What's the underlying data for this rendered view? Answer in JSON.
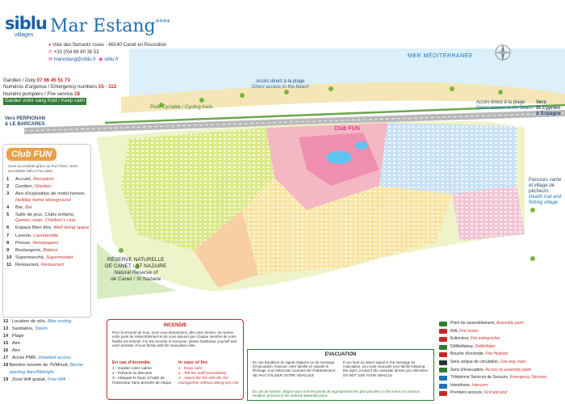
{
  "header": {
    "logo": "siblu",
    "logo_sub": "villages",
    "title": "Mar Estang",
    "stars": "****",
    "address": "Voie des flamants roses - 66140 Canet en Roussillon",
    "phone": "+33 (0)4 68 80 35 53",
    "email": "marestang@siblu.fr",
    "web": "siblu.fr"
  },
  "numbers": {
    "guardian": "Gardien / Duty",
    "guardian_phone": "07 66 45 51 73",
    "emergency_label": "Numéros d'urgence / Emergency numbers",
    "emergency_value": "15 - 112",
    "fire_label": "Numéro pompiers / Fire service",
    "fire_value": "18",
    "calm": "Gardez votre sang froid / Keep calm"
  },
  "map": {
    "sea": "MER MÉDITERRANÉE",
    "beach_access": "Accès direct à la plage",
    "beach_access_en": "Direct access to the beach",
    "beach_access_right": "Accès direct à la plage",
    "beach_access_right_en": "Direct access to the beach",
    "cycle": "Piste Cyclable / Cycling track",
    "left_dir": "Vers PERPIGNAN",
    "left_dir2": "& LE BARCARES",
    "right_dir": "Vers",
    "right_dir2": "St Cyprien",
    "right_dir3": "& Espagne",
    "walk": "Parcours santé et village de pêcheurs",
    "walk_en": "Health trail and fishing village",
    "reserve_1": "RÉSERVE NATURELLE",
    "reserve_2": "DE CANET / ST NAZAIRE",
    "reserve_en1": "Natural Reserve of",
    "reserve_en2": "de Canet / St Nazaire",
    "club_fun": "Club FUN"
  },
  "legend": {
    "club_title": "Club FUN",
    "club_note": "Zone accessible grâce au Fun Pass / area accessible with a Fun pass",
    "items": [
      {
        "num": "1",
        "fr": "Accueil,",
        "en": "Reception"
      },
      {
        "num": "2",
        "fr": "Gardien,",
        "en": "Warden"
      },
      {
        "num": "3",
        "fr": "Aire d'exposition de mobil-homes,",
        "en": "Holiday home showground"
      },
      {
        "num": "4",
        "fr": "Bar,",
        "en": "Bar"
      },
      {
        "num": "5",
        "fr": "Salle de jeux, Clubs enfants,",
        "en": "Games room, Children's club"
      },
      {
        "num": "6",
        "fr": "Espace Bien être,",
        "en": "Well being space"
      },
      {
        "num": "7",
        "fr": "Laverie,",
        "en": "Launderette"
      },
      {
        "num": "8",
        "fr": "Presse,",
        "en": "Newspapers"
      },
      {
        "num": "9",
        "fr": "Boulangerie,",
        "en": "Bakery"
      },
      {
        "num": "10",
        "fr": "Supermarché,",
        "en": "Supermarket"
      },
      {
        "num": "11",
        "fr": "Restaurant,",
        "en": "Restaurant"
      }
    ],
    "extras": [
      {
        "num": "12",
        "fr": "Location de vélo,",
        "en": "Bike renting"
      },
      {
        "num": "13",
        "fr": "Sanitaires,",
        "en": "Toilets"
      },
      {
        "num": "14",
        "fr": "Plage",
        "en": ""
      },
      {
        "num": "15",
        "fr": "Aire",
        "en": ""
      },
      {
        "num": "16",
        "fr": "Aire",
        "en": ""
      },
      {
        "num": "17",
        "fr": "Accès PMR,",
        "en": "Disabled access"
      },
      {
        "num": "18",
        "fr": "Barrière ouverte de 7h/Minuit,",
        "en": "Barrier opening 8am/Midnight"
      },
      {
        "num": "19",
        "fr": "Zone Wifi gratuit,",
        "en": "Free Wifi"
      }
    ]
  },
  "fire": {
    "title": "INCENDIE",
    "intro": "Pour la sécurité de tous, nous vous demandons, dès votre arrivée, de repérer votre point de rassemblement et de vous assurer que chaque membre de votre famille est informé. For the security of everyone, please familiarise yourself and each member of your family with the evacuation plan.",
    "fr_title": "En cas d'incendie",
    "fr_steps": [
      "1 - Gardez votre calme",
      "2 - Prévenir la direction",
      "3 - Attaquer le foyer à l'aide de l'extincteur sans prendre de risque"
    ],
    "en_title": "In case of fire",
    "en_steps": [
      "1 - Keep calm",
      "2 - Tell the staff immediately",
      "3 - Attack the fire with the fire extinguisher without taking any risk."
    ]
  },
  "evac": {
    "title": "EVACUATION",
    "fr": "En cas d'audition du signal d'alarme ou de message d'évacuation, évacuez votre famille en suivant le fléchage, tout instruction contraire de l'établissement. NE PAS UTILISER VOTRE VÉHICULE",
    "en": "If you hear an alarm signal or the message for evacuation, you must evacuate your family following the signs, except if the campsite directs you otherwise. DO NOT USE YOUR VEHICLE",
    "bottom": "En cas de sinistre, dirigez-vous vers les points de regroupement les plus proches. In the event of a serious incident, proceed to the nearest assembly point."
  },
  "right_legend": [
    {
      "fr": "Point de rassemblement,",
      "en": "Assembly point",
      "color": "#2e7d32"
    },
    {
      "fr": "RIA,",
      "en": "Fire hoses",
      "color": "#c62828"
    },
    {
      "fr": "Extincteur,",
      "en": "Fire extinguisher",
      "color": "#c62828"
    },
    {
      "fr": "Défibrillateur,",
      "en": "Defibrillator",
      "color": "#2e7d32"
    },
    {
      "fr": "Bouche d'incendie,",
      "en": "Fire Hydrant",
      "color": "#c62828"
    },
    {
      "fr": "Sens unique de circulation,",
      "en": "One-way road",
      "color": "#333333"
    },
    {
      "fr": "Sens d'évacuation,",
      "en": "Access to assembly point",
      "color": "#2e7d32"
    },
    {
      "fr": "Téléphone Services de Secours,",
      "en": "Emergency Services",
      "color": "#1f73b7"
    },
    {
      "fr": "Interphone,",
      "en": "Intercom",
      "color": "#1f73b7"
    },
    {
      "fr": "Premiers secours,",
      "en": "First aid post",
      "color": "#c62828"
    }
  ]
}
